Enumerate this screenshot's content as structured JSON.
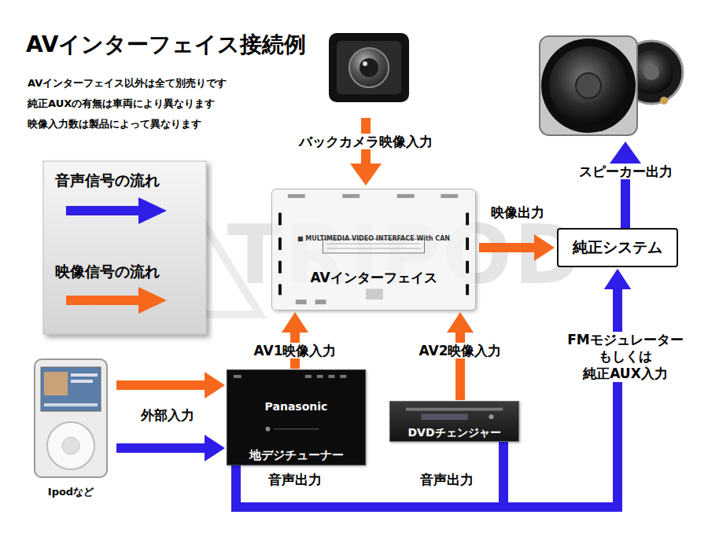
{
  "diagram": {
    "title": "AVインターフェイス接続例",
    "nodes": [
      {
        "text": [
          "■ MULTIMEDIA VIDEO INTERFACE With CAN",
          "AVインターフェイス"
        ]
      },
      {
        "text": [
          "純正システム"
        ]
      },
      {
        "text": [
          "Ipodなど"
        ]
      },
      {
        "text": [
          "Panasonic",
          "地デジチューナー"
        ]
      },
      {
        "text": [
          "DVDチェンジャー"
        ]
      }
    ],
    "edges": [
      {
        "from": 2,
        "to": 3,
        "arrow": "to"
      },
      {
        "from": 2,
        "to": 3,
        "arrow": "to"
      },
      {
        "from": 3,
        "to": 0,
        "label": "AV1映像入力",
        "arrow": "to"
      },
      {
        "from": 4,
        "to": 0,
        "label": "AV2映像入力",
        "arrow": "to"
      },
      {
        "from": 0,
        "to": 1,
        "label": "映像出力",
        "arrow": "to"
      },
      {
        "from": 3,
        "to": 1,
        "label": "音声出力",
        "arrow": "to"
      },
      {
        "from": 4,
        "to": 1,
        "label": "音声出力",
        "arrow": "to"
      }
    ],
    "labels": [
      "AVインターフェイス以外は全て別売りです",
      "純正AUXの有無は車両により異なります",
      "映像入力数は製品によって異なります",
      "バックカメラ映像入力",
      "スピーカー出力",
      "外部入力",
      "FMモジュレーター もしくは 純正AUX入力",
      "TRIPOD"
    ],
    "legend": [
      {
        "text": "音声信号の流れ",
        "color": "#2f1de8"
      },
      {
        "text": "映像信号の流れ",
        "color": "#f7681d"
      }
    ]
  }
}
